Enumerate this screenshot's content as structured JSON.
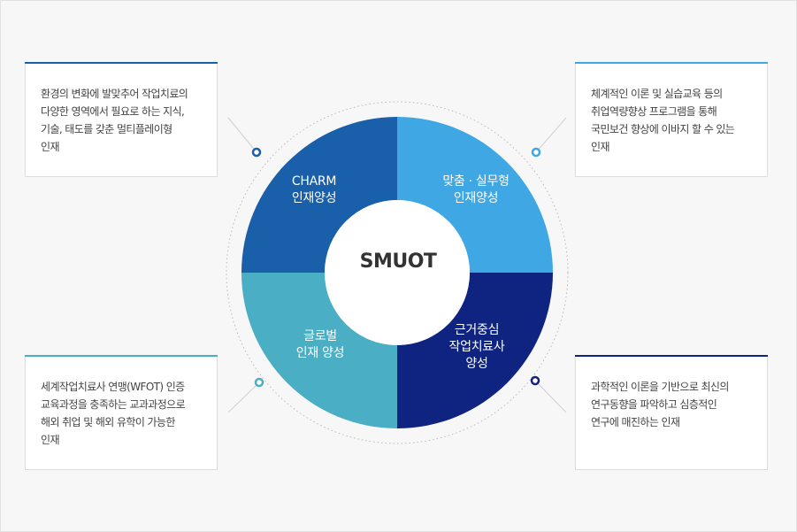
{
  "center": {
    "title": "SMUOT"
  },
  "segments": [
    {
      "id": "charm",
      "label": "CHARM\n인재양성",
      "color": "#1a5faa"
    },
    {
      "id": "custom",
      "label": "맞춤 · 실무형\n인재양성",
      "color": "#3fa7e3"
    },
    {
      "id": "global",
      "label": "글로벌\n인재 양성",
      "color": "#4aaec4"
    },
    {
      "id": "evidence",
      "label": "근거중심\n작업치료사\n양성",
      "color": "#0f2480"
    }
  ],
  "cards": {
    "top_left": {
      "text": "환경의 변화에 발맞추어 작업치료의\n다양한 영역에서 필요로 하는 지식,\n기술, 태도를 갖춘 멀티플레이형\n인재",
      "accent": "#1a5faa"
    },
    "top_right": {
      "text": "체계적인 이론 및 실습교육 등의\n취업역량향상 프로그램을 통해\n국민보건 향상에 이바지 할 수 있는\n인재",
      "accent": "#3fa7e3"
    },
    "bottom_left": {
      "text": "세계작업치료사 연맹(WFOT) 인증\n교육과정을 충족하는 교과과정으로\n해외 취업 및 해외 유학이 가능한\n인재",
      "accent": "#4aaec4"
    },
    "bottom_right": {
      "text": "과학적인 이론을 기반으로 최신의\n연구동향을 파악하고 심층적인\n연구에 매진하는 인재",
      "accent": "#0f2480"
    }
  }
}
